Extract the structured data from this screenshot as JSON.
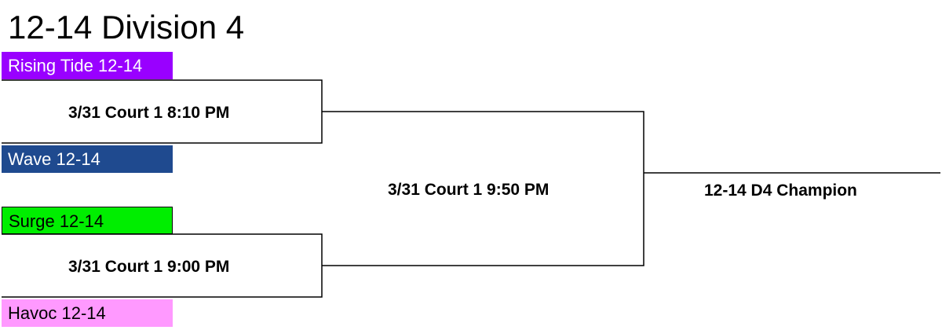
{
  "title": "12-14 Division 4",
  "teams": [
    {
      "name": "Rising Tide 12-14",
      "bg": "#9900ff",
      "fg": "#ffffff"
    },
    {
      "name": "Wave 12-14",
      "bg": "#1f4a8f",
      "fg": "#ffffff"
    },
    {
      "name": "Surge 12-14",
      "bg": "#00ee00",
      "fg": "#000000",
      "border": "#000000"
    },
    {
      "name": "Havoc 12-14",
      "bg": "#ff99ff",
      "fg": "#000000"
    }
  ],
  "games": {
    "game1": "3/31 Court 1 8:10 PM",
    "game2": "3/31 Court 1 9:00 PM",
    "final": "3/31 Court 1 9:50 PM"
  },
  "champion": "12-14 D4 Champion"
}
